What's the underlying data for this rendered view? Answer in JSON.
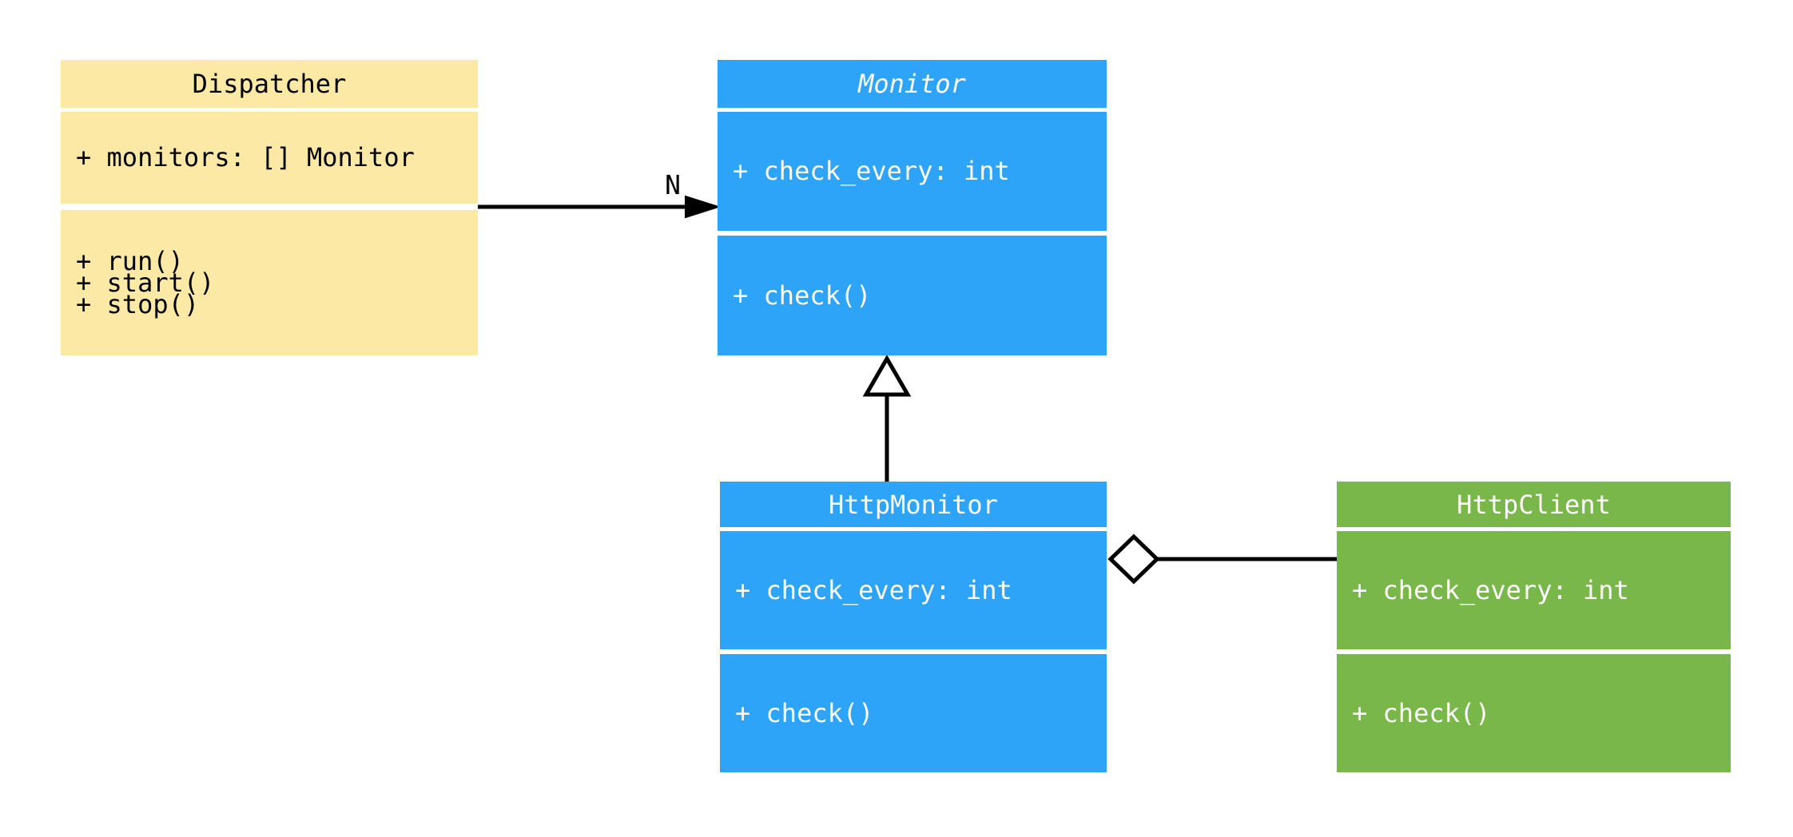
{
  "diagram": {
    "type": "uml-class-diagram",
    "background": "#ffffff",
    "edge_color": "#000000",
    "classes": [
      {
        "id": "dispatcher",
        "name": "Dispatcher",
        "abstract": false,
        "fill": "#FCE9A6",
        "text_color": "#000000",
        "attributes": [
          "+ monitors: [] Monitor"
        ],
        "methods": [
          "+ run()",
          "+ start()",
          "+ stop()"
        ]
      },
      {
        "id": "monitor",
        "name": "Monitor",
        "abstract": true,
        "fill": "#2EA4F9",
        "text_color": "#FFFFFF",
        "attributes": [
          "+ check_every: int"
        ],
        "methods": [
          "+ check()"
        ]
      },
      {
        "id": "httpmonitor",
        "name": "HttpMonitor",
        "abstract": false,
        "fill": "#2EA4F9",
        "text_color": "#FFFFFF",
        "attributes": [
          "+ check_every: int"
        ],
        "methods": [
          "+ check()"
        ]
      },
      {
        "id": "httpclient",
        "name": "HttpClient",
        "abstract": false,
        "fill": "#79B74A",
        "text_color": "#FFFFFF",
        "attributes": [
          "+ check_every: int"
        ],
        "methods": [
          "+ check()"
        ]
      }
    ],
    "relationships": [
      {
        "from": "Dispatcher",
        "to": "Monitor",
        "type": "association-arrow",
        "label": "N"
      },
      {
        "from": "HttpMonitor",
        "to": "Monitor",
        "type": "inheritance",
        "label": ""
      },
      {
        "from": "HttpMonitor",
        "to": "HttpClient",
        "type": "aggregation",
        "label": ""
      }
    ]
  }
}
